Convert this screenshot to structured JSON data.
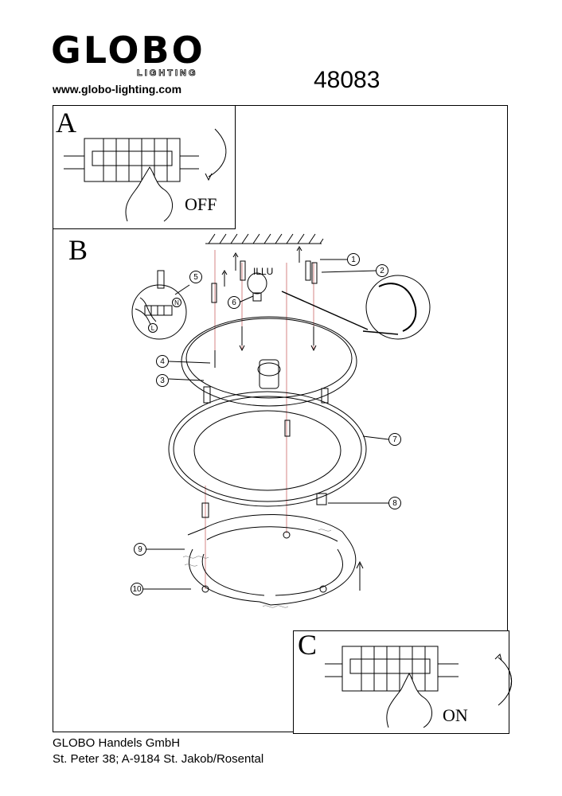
{
  "brand": {
    "name": "GLOBO",
    "sub": "LIGHTING",
    "url": "www.globo-lighting.com"
  },
  "product_code": "48083",
  "panels": {
    "a": {
      "letter": "A",
      "switch_state": "OFF"
    },
    "b": {
      "letter": "B",
      "illu_label": "ILLU"
    },
    "c": {
      "letter": "C",
      "switch_state": "ON"
    }
  },
  "callouts": [
    "1",
    "2",
    "3",
    "4",
    "5",
    "6",
    "7",
    "8",
    "9",
    "10"
  ],
  "wiring_labels": {
    "neutral": "N",
    "live": "L"
  },
  "footer": {
    "company": "GLOBO Handels GmbH",
    "address": "St. Peter 38; A-9184 St. Jakob/Rosental"
  }
}
